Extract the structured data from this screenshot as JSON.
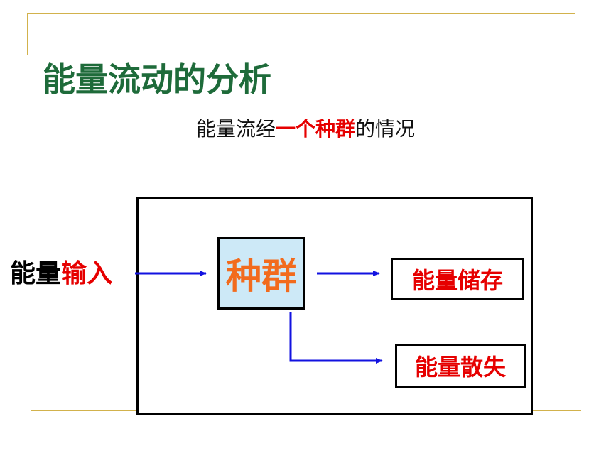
{
  "slide": {
    "title": "能量流动的分析",
    "subtitle_before": "能量流经",
    "subtitle_highlight": "一个种群",
    "subtitle_after": "的情况"
  },
  "diagram": {
    "input_label_part1": "能量",
    "input_label_part2": "输入",
    "center_label": "种群",
    "output_store": "能量储存",
    "output_loss": "能量散失"
  },
  "colors": {
    "title": "#1e6b3a",
    "accent_red": "#e60000",
    "center_text": "#f26b1d",
    "center_fill": "#cde9f7",
    "arrow": "#1212e0",
    "deco_line": "#d2b24c"
  }
}
